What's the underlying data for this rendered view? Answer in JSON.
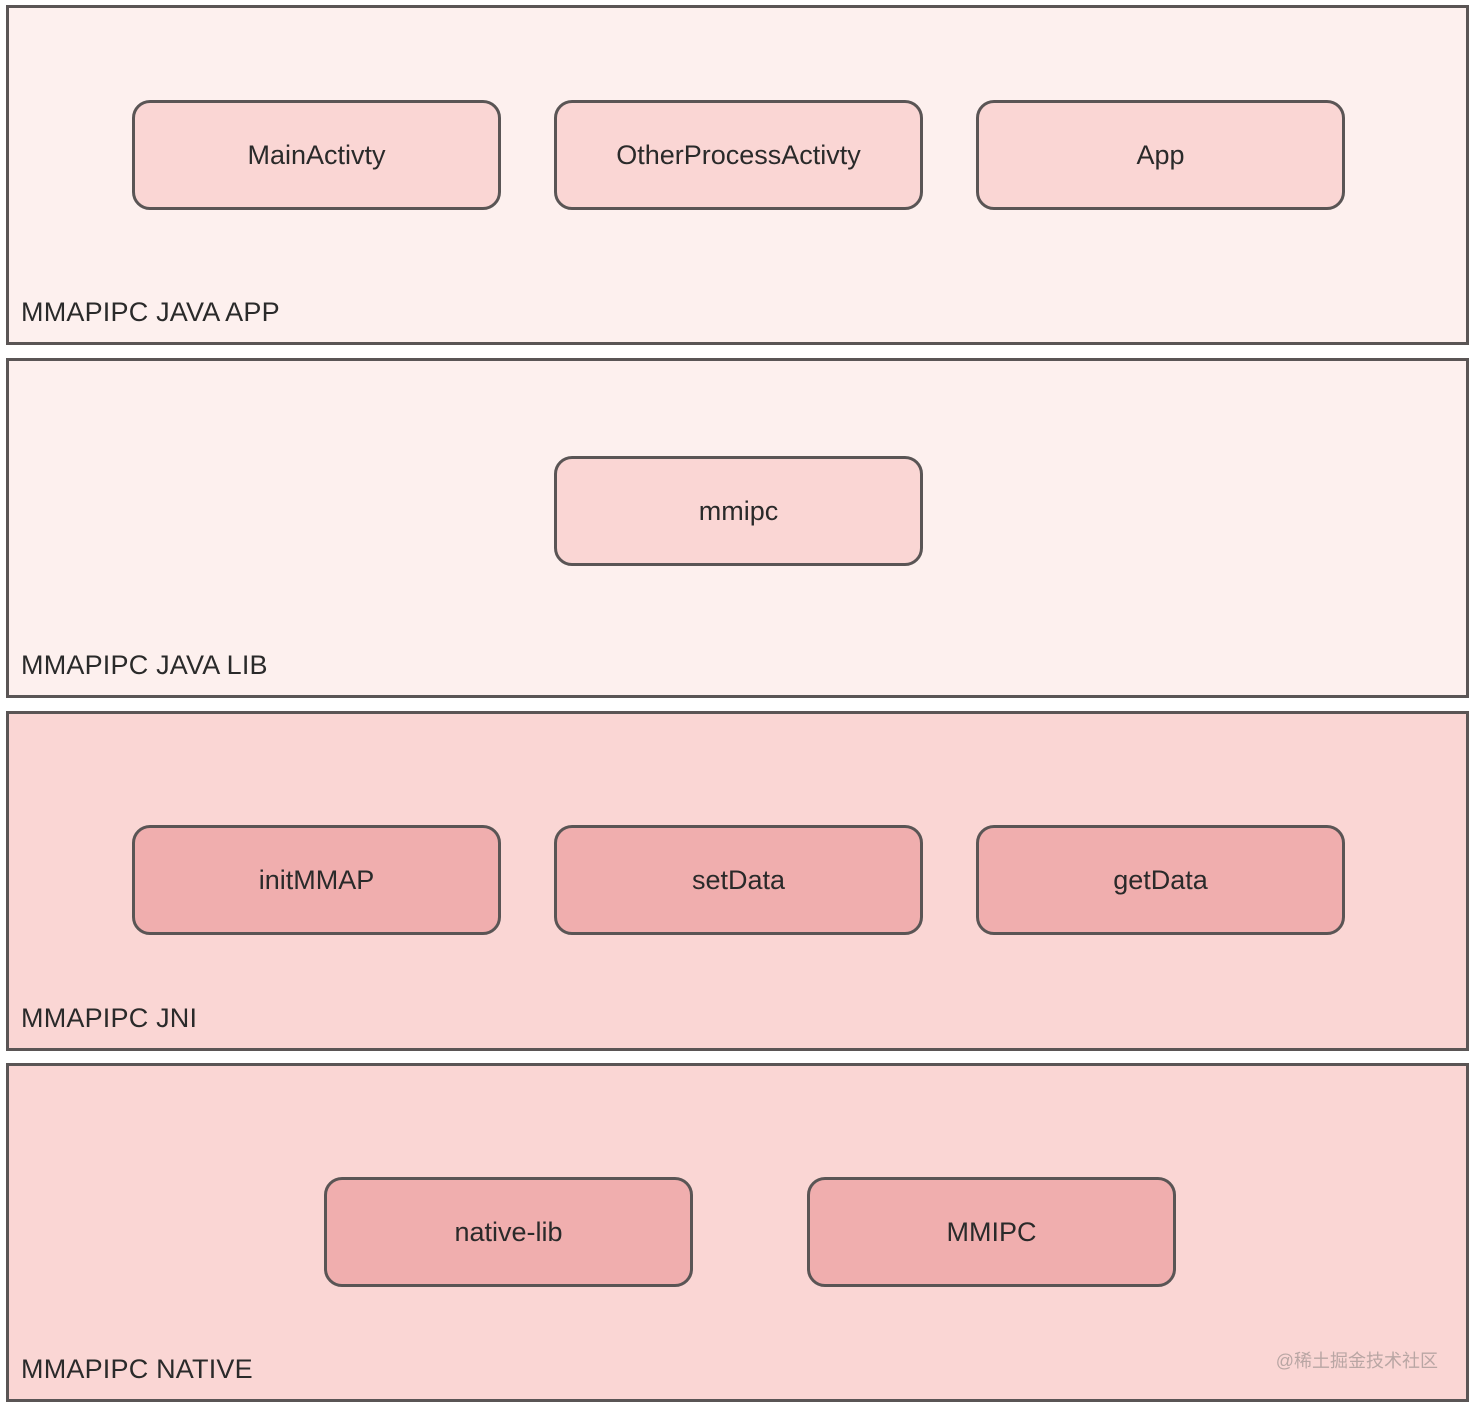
{
  "layers": {
    "app": {
      "label": "MMAPIPC JAVA APP",
      "boxes": [
        "MainActivty",
        "OtherProcessActivty",
        "App"
      ]
    },
    "lib": {
      "label": "MMAPIPC JAVA LIB",
      "boxes": [
        "mmipc"
      ]
    },
    "jni": {
      "label": "MMAPIPC JNI",
      "boxes": [
        "initMMAP",
        "setData",
        "getData"
      ]
    },
    "native": {
      "label": "MMAPIPC NATIVE",
      "boxes": [
        "native-lib",
        "MMIPC"
      ]
    }
  },
  "watermark": "@稀土掘金技术社区",
  "colors": {
    "light_layer_bg": "#fdf0ee",
    "dark_layer_bg": "#fad6d4",
    "light_box_bg": "#fad6d4",
    "dark_box_bg": "#f0aeae",
    "border": "#5a5555",
    "text": "#2a2a2a"
  }
}
